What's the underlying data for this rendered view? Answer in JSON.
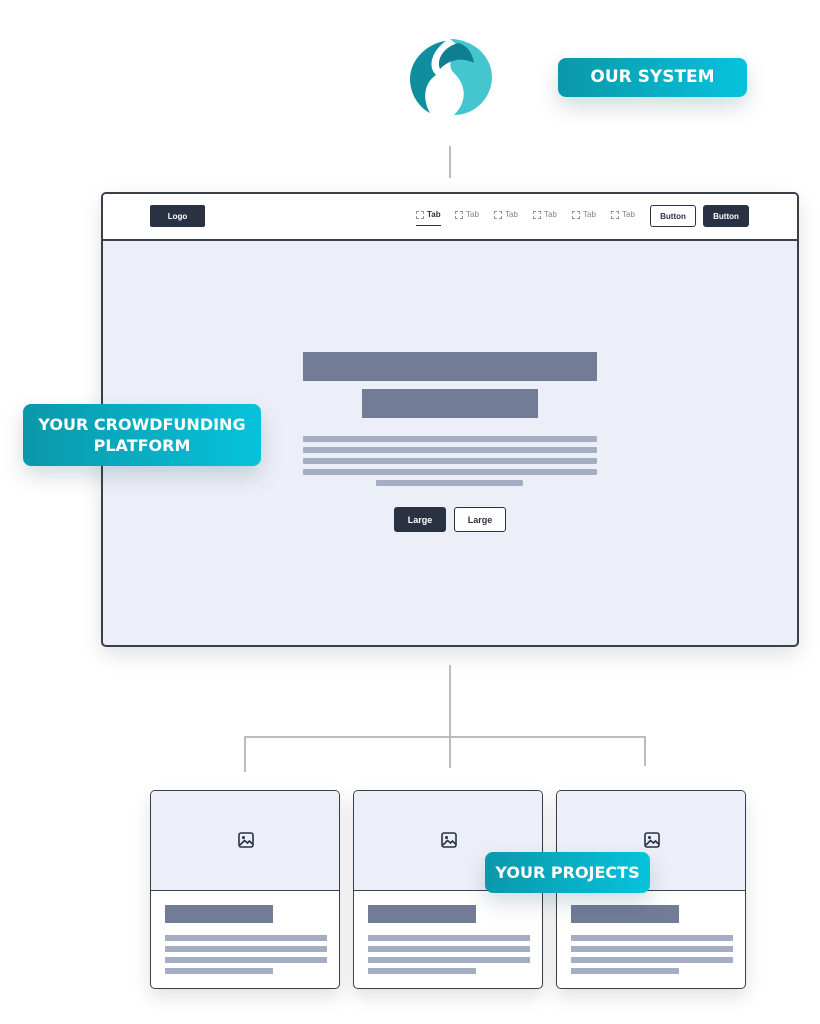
{
  "labels": {
    "our_system": "OUR SYSTEM",
    "platform_line1": "YOUR CROWDFUNDING",
    "platform_line2": "PLATFORM",
    "projects": "YOUR PROJECTS"
  },
  "browser": {
    "logo": "Logo",
    "tabs": [
      "Tab",
      "Tab",
      "Tab",
      "Tab",
      "Tab",
      "Tab"
    ],
    "active_tab": 0,
    "button_outline": "Button",
    "button_solid": "Button",
    "hero_primary_button": "Large",
    "hero_secondary_button": "Large"
  },
  "projects": {
    "card_count": 3,
    "image_icon": "image-icon"
  },
  "colors": {
    "teal_start": "#0a98a9",
    "teal_end": "#07c2dc",
    "dark": "#2a3143",
    "placeholder_dark": "#727c96",
    "placeholder_light": "#a4adc1",
    "canvas": "#eceff7"
  }
}
